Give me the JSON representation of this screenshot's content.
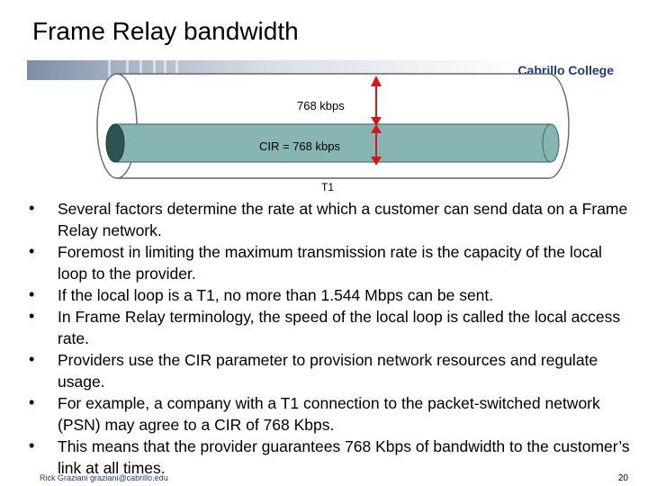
{
  "title": "Frame Relay bandwidth",
  "brand": "Cabrillo College",
  "diagram": {
    "outer_label": "768 kbps",
    "inner_label": "CIR = 768 kbps",
    "link_label": "T1",
    "outer_fill": "#ffffff",
    "inner_fill": "#86b5b4",
    "arrow_color": "#d6171c"
  },
  "bullets": [
    "Several factors determine the rate at which a customer can send data on a Frame Relay network.",
    "Foremost in limiting the maximum transmission rate is the capacity of the local loop to the provider.",
    "If the local loop is a T1, no more than 1.544 Mbps can be sent.",
    "In Frame Relay terminology, the speed of the local loop is called the local access rate.",
    "Providers use the CIR parameter to provision network resources and regulate usage.",
    "For example, a company with a T1 connection to the packet-switched network (PSN) may agree to a CIR of 768 Kbps.",
    "This means that the provider guarantees 768 Kbps of bandwidth to the customer’s link at all times."
  ],
  "bullet_symbol": "•",
  "footer": {
    "author": "Rick Graziani  graziani@cabrillo.edu",
    "page": "20"
  }
}
